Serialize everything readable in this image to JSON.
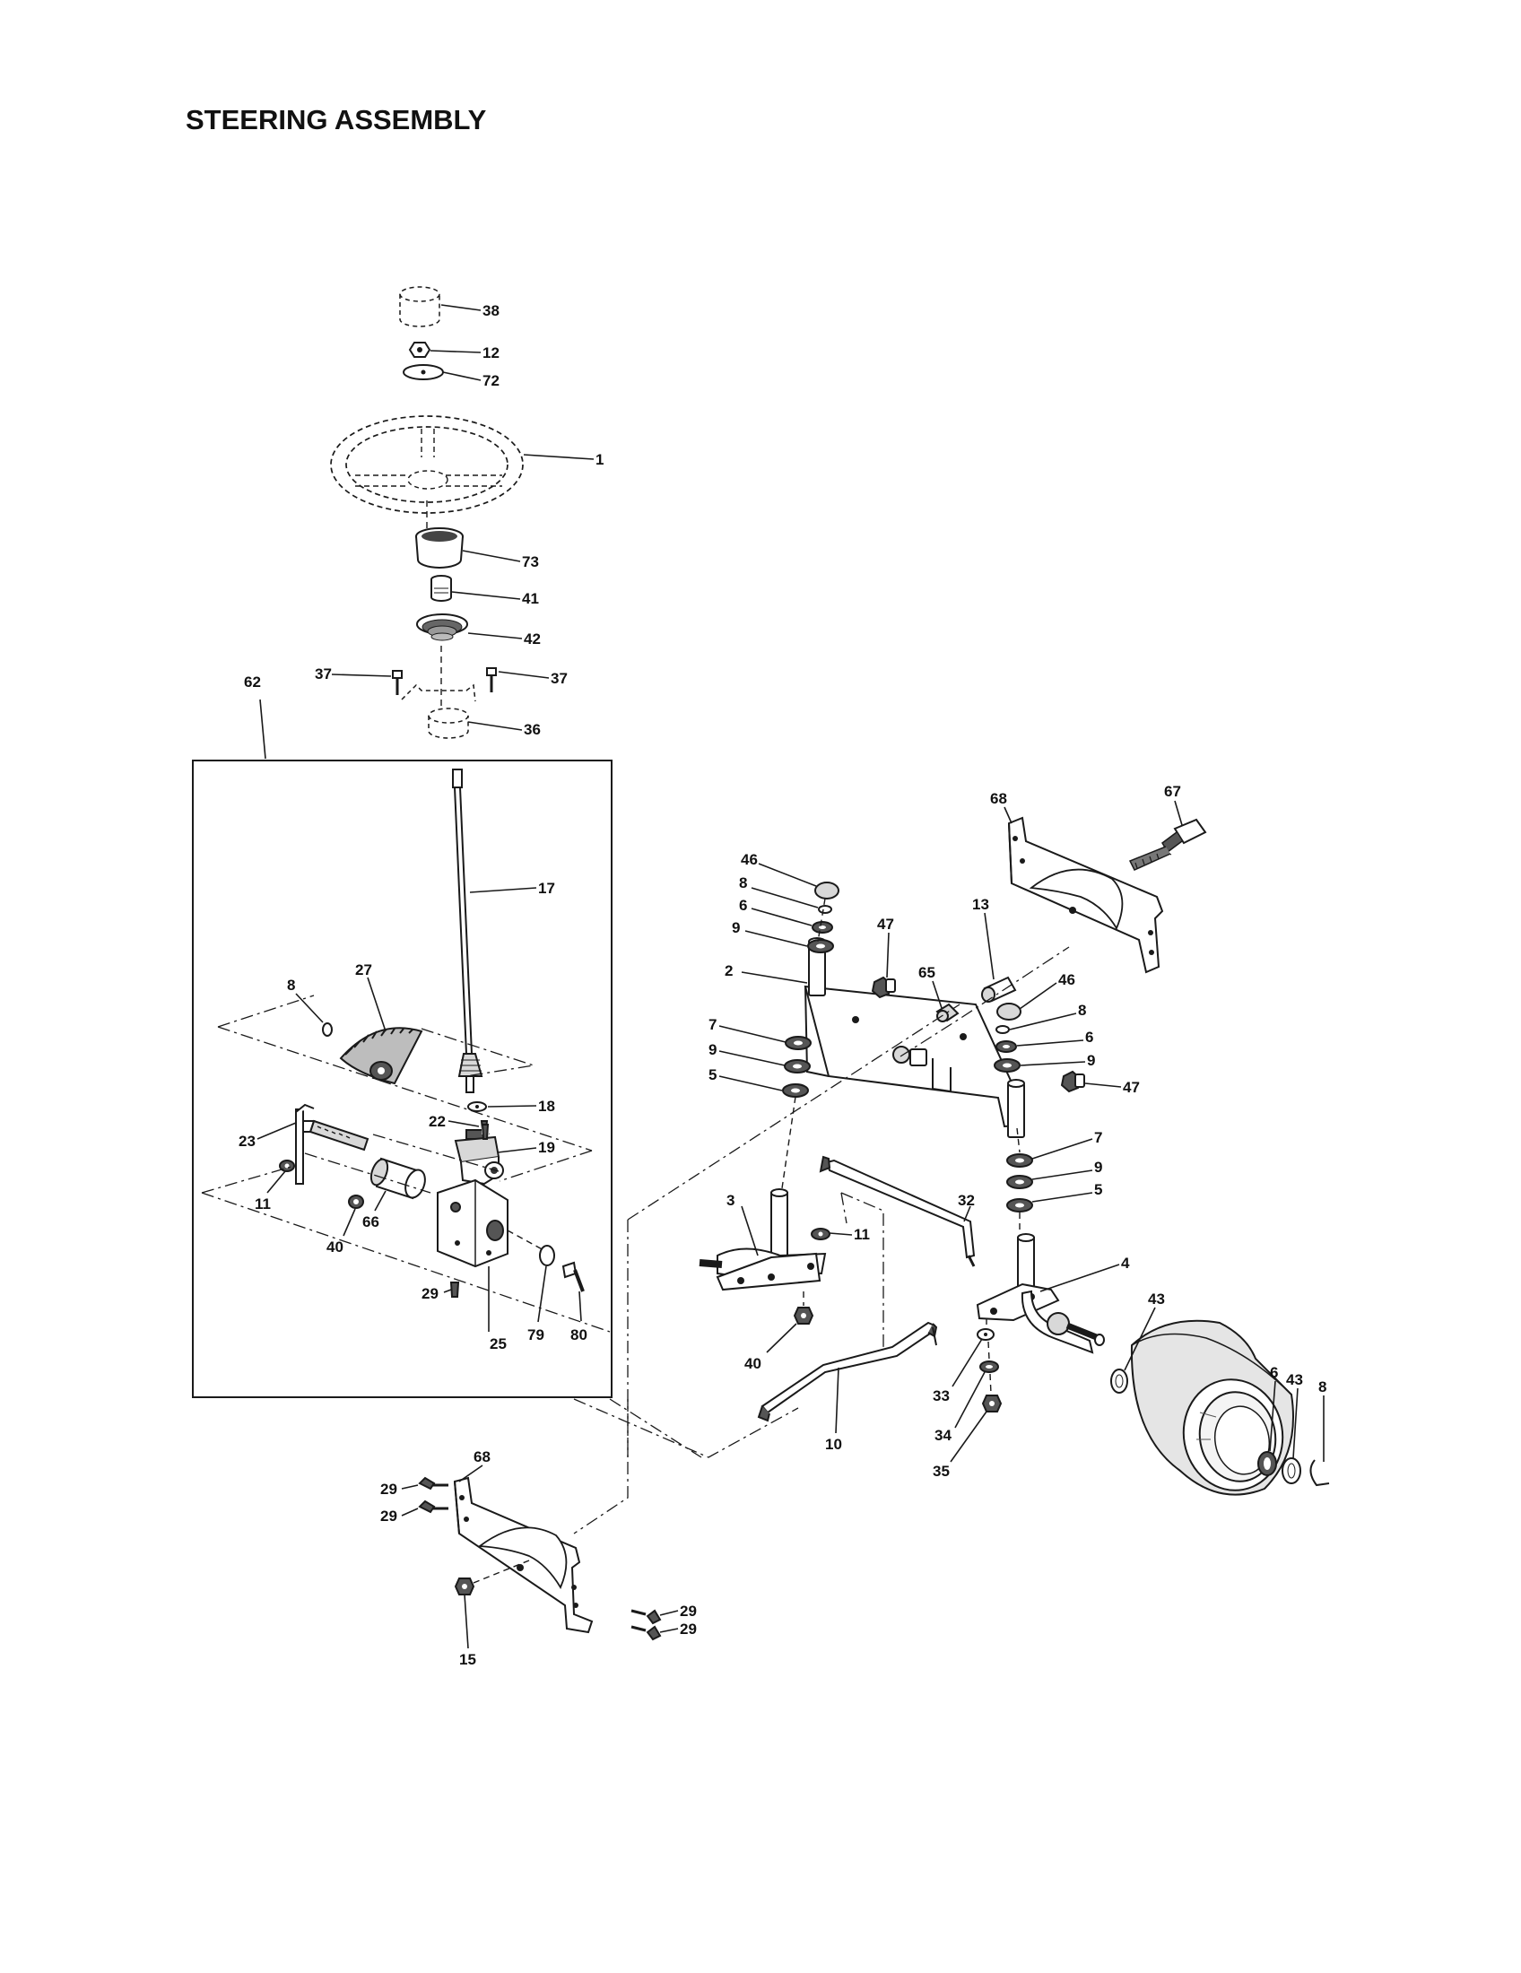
{
  "title": "STEERING ASSEMBLY",
  "callouts": {
    "p38": "38",
    "p12": "12",
    "p72": "72",
    "p1": "1",
    "p73": "73",
    "p41": "41",
    "p42": "42",
    "p37a": "37",
    "p37b": "37",
    "p36": "36",
    "p62": "62",
    "p17": "17",
    "p27": "27",
    "p8a": "8",
    "p18": "18",
    "p19": "19",
    "p22": "22",
    "p23": "23",
    "p11a": "11",
    "p40a": "40",
    "p66": "66",
    "p29a": "29",
    "p25": "25",
    "p79": "79",
    "p80": "80",
    "p68a": "68",
    "p67": "67",
    "p46a": "46",
    "p8b": "8",
    "p6a": "6",
    "p9a": "9",
    "p47a": "47",
    "p13": "13",
    "p65": "65",
    "p2": "2",
    "p7a": "7",
    "p9b": "9",
    "p5a": "5",
    "p46b": "46",
    "p8c": "8",
    "p6b": "6",
    "p9c": "9",
    "p47b": "47",
    "p7b": "7",
    "p9d": "9",
    "p5b": "5",
    "p32": "32",
    "p3": "3",
    "p11b": "11",
    "p4": "4",
    "p43a": "43",
    "p40b": "40",
    "p10": "10",
    "p33": "33",
    "p34": "34",
    "p35": "35",
    "p6c": "6",
    "p43b": "43",
    "p8d": "8",
    "p68b": "68",
    "p29b": "29",
    "p29c": "29",
    "p29d": "29",
    "p29e": "29",
    "p15": "15"
  }
}
